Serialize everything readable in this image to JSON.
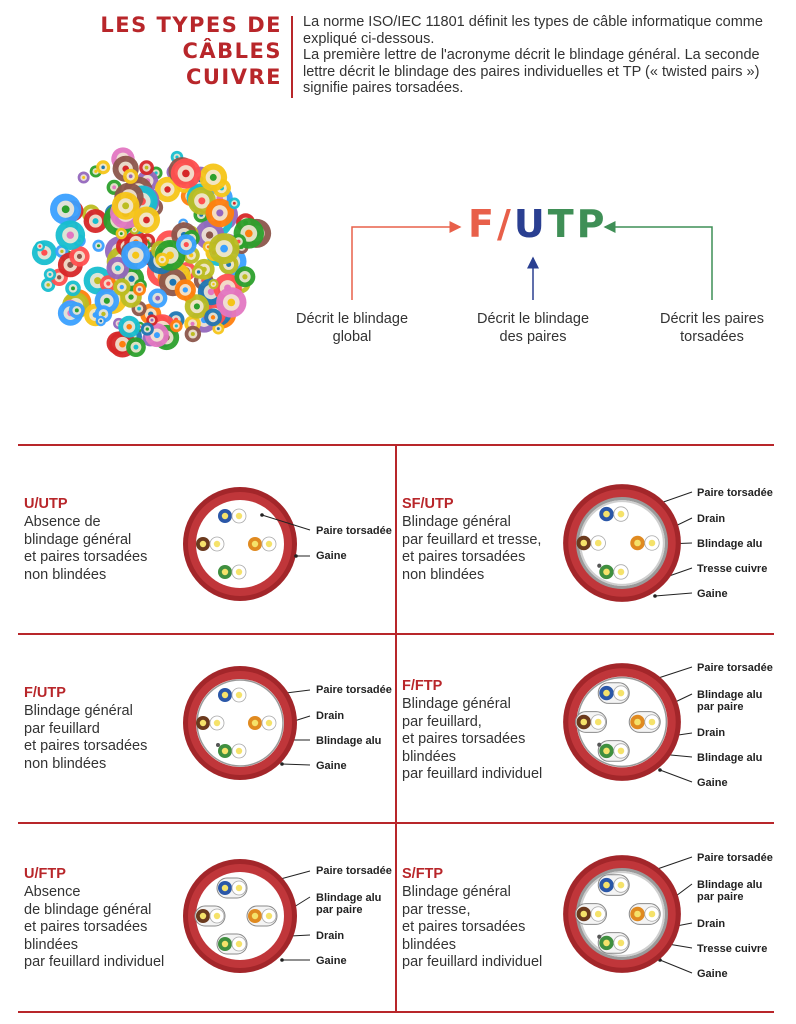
{
  "header": {
    "title_line1": "LES TYPES DE",
    "title_line2": "CÂBLES CUIVRE",
    "intro_line1": "La norme ISO/IEC 11801 définit les types de câble informatique comme expliqué ci-dessous.",
    "intro_line2": "La première lettre de l'acronyme décrit le blindage général. La seconde lettre décrit le blindage des paires individuelles et TP (« twisted pairs ») signifie paires torsadées."
  },
  "acronym": {
    "part1": "F",
    "sep": "/",
    "part2": "U",
    "part3": "TP",
    "label_global_line1": "Décrit le blindage",
    "label_global_line2": "global",
    "label_pairs_line1": "Décrit le blindage",
    "label_pairs_line2": "des paires",
    "label_twisted_line1": "Décrit les paires",
    "label_twisted_line2": "torsadées",
    "colors": {
      "f": "#e8604a",
      "u": "#2a3f91",
      "tp": "#3f8f56"
    }
  },
  "cables": {
    "uutp": {
      "name": "U/UTP",
      "desc": [
        "Absence de",
        "blindage général",
        "et paires torsadées",
        "non blindées"
      ],
      "labels": [
        "Paire torsadée",
        "Gaine"
      ]
    },
    "sfutp": {
      "name": "SF/UTP",
      "desc": [
        "Blindage général",
        "par feuillard et tresse,",
        "et paires torsadées",
        "non blindées"
      ],
      "labels": [
        "Paire torsadée",
        "Drain",
        "Blindage alu",
        "Tresse cuivre",
        "Gaine"
      ]
    },
    "futp": {
      "name": "F/UTP",
      "desc": [
        "Blindage général",
        "par feuillard",
        "et paires torsadées",
        "non blindées"
      ],
      "labels": [
        "Paire torsadée",
        "Drain",
        "Blindage alu",
        "Gaine"
      ]
    },
    "fftp": {
      "name": "F/FTP",
      "desc": [
        "Blindage général",
        "par feuillard,",
        "et paires torsadées",
        "blindées",
        "par feuillard individuel"
      ],
      "labels": [
        "Paire torsadée",
        "Blindage alu",
        "par paire",
        "Drain",
        "Blindage alu",
        "Gaine"
      ]
    },
    "uftp": {
      "name": "U/FTP",
      "desc": [
        "Absence",
        "de blindage général",
        "et paires torsadées",
        "blindées",
        "par feuillard individuel"
      ],
      "labels": [
        "Paire torsadée",
        "Blindage alu",
        "par paire",
        "Drain",
        "Gaine"
      ]
    },
    "sftp": {
      "name": "S/FTP",
      "desc": [
        "Blindage général",
        "par tresse,",
        "et paires torsadées",
        "blindées",
        "par feuillard individuel"
      ],
      "labels": [
        "Paire torsadée",
        "Blindage alu",
        "par paire",
        "Drain",
        "Tresse cuivre",
        "Gaine"
      ]
    }
  },
  "colors": {
    "accent": "#b8262a",
    "sheath": "#b52a2c"
  }
}
